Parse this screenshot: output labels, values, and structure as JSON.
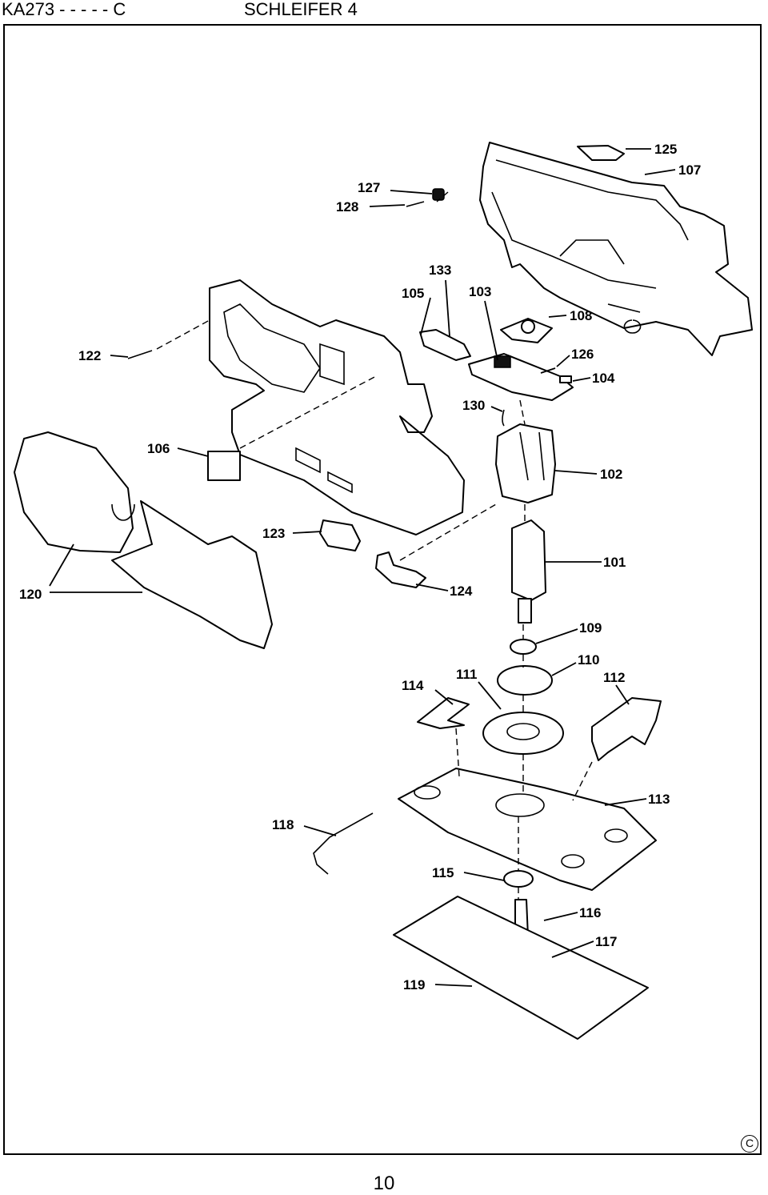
{
  "header": {
    "model": "KA273 - - - - - C",
    "title": "SCHLEIFER 4"
  },
  "footer": {
    "page_number": "10",
    "copyright_symbol": "C"
  },
  "callouts": [
    {
      "id": "125",
      "label": "125"
    },
    {
      "id": "107",
      "label": "107"
    },
    {
      "id": "127",
      "label": "127"
    },
    {
      "id": "128",
      "label": "128"
    },
    {
      "id": "133",
      "label": "133"
    },
    {
      "id": "105",
      "label": "105"
    },
    {
      "id": "103",
      "label": "103"
    },
    {
      "id": "108",
      "label": "108"
    },
    {
      "id": "122",
      "label": "122"
    },
    {
      "id": "126",
      "label": "126"
    },
    {
      "id": "104",
      "label": "104"
    },
    {
      "id": "130",
      "label": "130"
    },
    {
      "id": "106",
      "label": "106"
    },
    {
      "id": "102",
      "label": "102"
    },
    {
      "id": "123",
      "label": "123"
    },
    {
      "id": "101",
      "label": "101"
    },
    {
      "id": "120",
      "label": "120"
    },
    {
      "id": "124",
      "label": "124"
    },
    {
      "id": "109",
      "label": "109"
    },
    {
      "id": "110",
      "label": "110"
    },
    {
      "id": "114",
      "label": "114"
    },
    {
      "id": "111",
      "label": "111"
    },
    {
      "id": "112",
      "label": "112"
    },
    {
      "id": "113",
      "label": "113"
    },
    {
      "id": "118",
      "label": "118"
    },
    {
      "id": "115",
      "label": "115"
    },
    {
      "id": "116",
      "label": "116"
    },
    {
      "id": "117",
      "label": "117"
    },
    {
      "id": "119",
      "label": "119"
    }
  ]
}
